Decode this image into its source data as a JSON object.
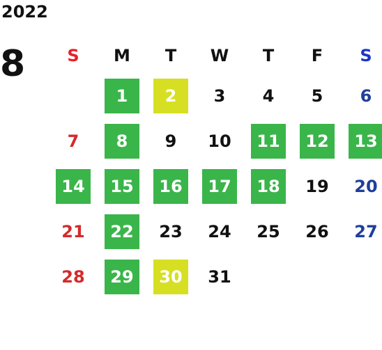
{
  "calendar": {
    "year": "2022",
    "month": "8",
    "weekdays": [
      "S",
      "M",
      "T",
      "W",
      "T",
      "F",
      "S"
    ],
    "colors": {
      "green": "#3ab54a",
      "yellow": "#d7df23",
      "sunday": "#d42a2a",
      "saturday": "#1f3f9a"
    },
    "weeks": [
      [
        {
          "day": "",
          "style": "empty"
        },
        {
          "day": "1",
          "style": "green"
        },
        {
          "day": "2",
          "style": "yellow"
        },
        {
          "day": "3",
          "style": "plain"
        },
        {
          "day": "4",
          "style": "plain"
        },
        {
          "day": "5",
          "style": "plain"
        },
        {
          "day": "6",
          "style": "plain"
        }
      ],
      [
        {
          "day": "7",
          "style": "plain"
        },
        {
          "day": "8",
          "style": "green"
        },
        {
          "day": "9",
          "style": "plain"
        },
        {
          "day": "10",
          "style": "plain"
        },
        {
          "day": "11",
          "style": "green"
        },
        {
          "day": "12",
          "style": "green"
        },
        {
          "day": "13",
          "style": "green"
        }
      ],
      [
        {
          "day": "14",
          "style": "green"
        },
        {
          "day": "15",
          "style": "green"
        },
        {
          "day": "16",
          "style": "green"
        },
        {
          "day": "17",
          "style": "green"
        },
        {
          "day": "18",
          "style": "green"
        },
        {
          "day": "19",
          "style": "plain"
        },
        {
          "day": "20",
          "style": "plain"
        }
      ],
      [
        {
          "day": "21",
          "style": "plain"
        },
        {
          "day": "22",
          "style": "green"
        },
        {
          "day": "23",
          "style": "plain"
        },
        {
          "day": "24",
          "style": "plain"
        },
        {
          "day": "25",
          "style": "plain"
        },
        {
          "day": "26",
          "style": "plain"
        },
        {
          "day": "27",
          "style": "plain"
        }
      ],
      [
        {
          "day": "28",
          "style": "plain"
        },
        {
          "day": "29",
          "style": "green"
        },
        {
          "day": "30",
          "style": "yellow"
        },
        {
          "day": "31",
          "style": "plain"
        },
        {
          "day": "",
          "style": "empty"
        },
        {
          "day": "",
          "style": "empty"
        },
        {
          "day": "",
          "style": "empty"
        }
      ]
    ]
  }
}
